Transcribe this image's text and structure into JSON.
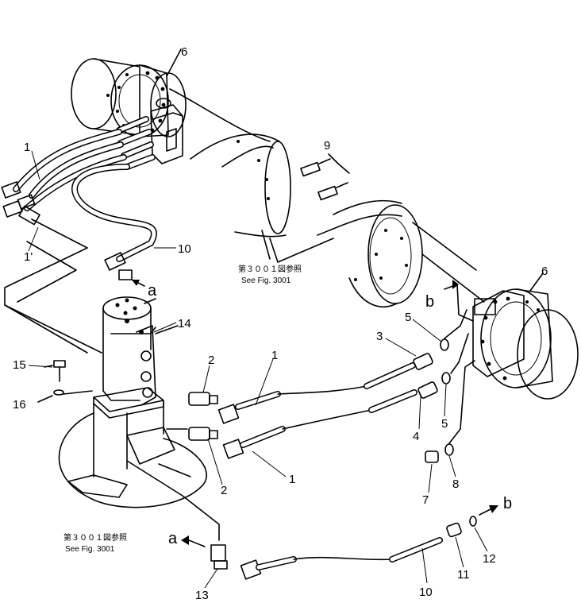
{
  "diagram": {
    "callouts": [
      {
        "id": "c1a",
        "label": "1"
      },
      {
        "id": "c1b",
        "label": "1'"
      },
      {
        "id": "c6a",
        "label": "6"
      },
      {
        "id": "c9",
        "label": "9"
      },
      {
        "id": "c10a",
        "label": "10"
      },
      {
        "id": "c14",
        "label": "14"
      },
      {
        "id": "c15",
        "label": "15"
      },
      {
        "id": "c16",
        "label": "16"
      },
      {
        "id": "c2a",
        "label": "2"
      },
      {
        "id": "c1c",
        "label": "1"
      },
      {
        "id": "c2b",
        "label": "2"
      },
      {
        "id": "c1d",
        "label": "1"
      },
      {
        "id": "c6b",
        "label": "6"
      },
      {
        "id": "c5a",
        "label": "5"
      },
      {
        "id": "c3",
        "label": "3"
      },
      {
        "id": "c4",
        "label": "4"
      },
      {
        "id": "c5b",
        "label": "5"
      },
      {
        "id": "c8",
        "label": "8"
      },
      {
        "id": "c7",
        "label": "7"
      },
      {
        "id": "c11",
        "label": "11"
      },
      {
        "id": "c12",
        "label": "12"
      },
      {
        "id": "c10b",
        "label": "10"
      },
      {
        "id": "c13",
        "label": "13"
      }
    ],
    "connection_labels": {
      "a_top": "a",
      "a_bottom": "a",
      "b_right": "b",
      "b_bottom": "b"
    },
    "reference_notes": {
      "top": {
        "jp": "第３００１図参照",
        "en": "See Fig. 3001"
      },
      "bottom": {
        "jp": "第３００１図参照",
        "en": "See Fig. 3001"
      }
    }
  }
}
